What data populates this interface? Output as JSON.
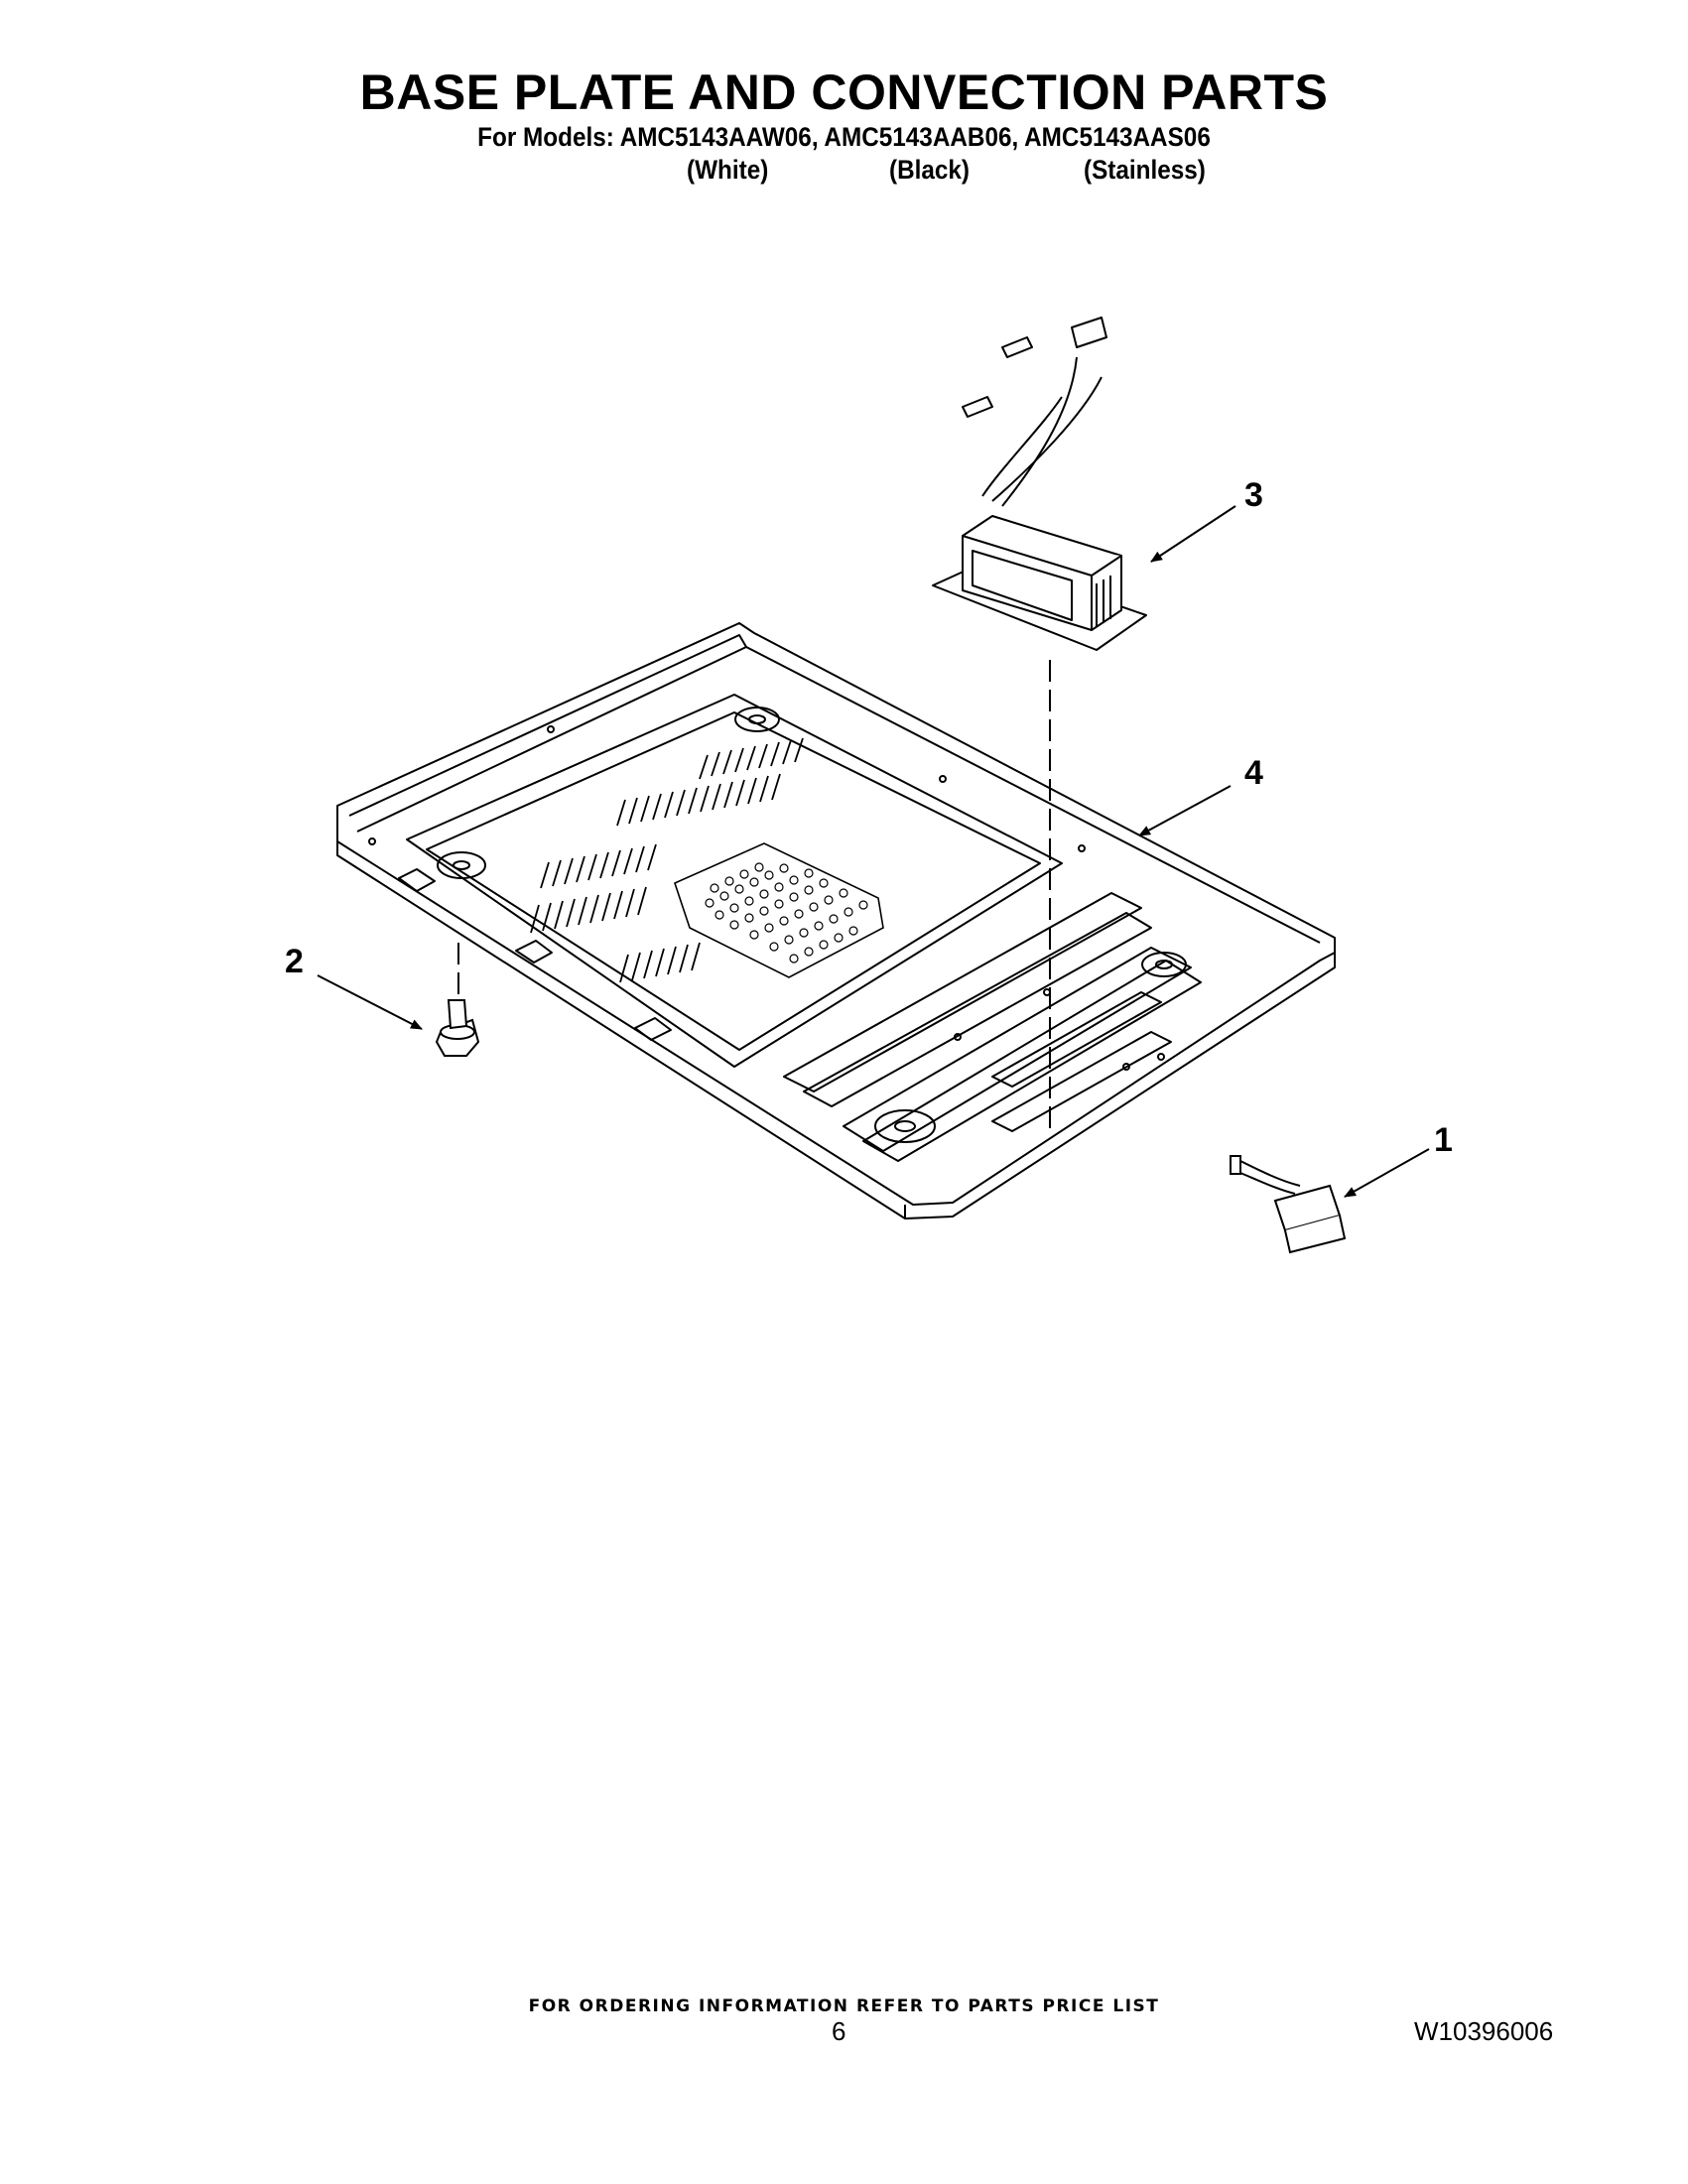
{
  "header": {
    "title": "BASE PLATE AND CONVECTION PARTS",
    "models_line": "For Models: AMC5143AAW06, AMC5143AAB06, AMC5143AAS06",
    "colors": [
      "(White)",
      "(Black)",
      "(Stainless)"
    ]
  },
  "callouts": [
    "1",
    "2",
    "3",
    "4"
  ],
  "footer": {
    "note": "FOR ORDERING INFORMATION REFER TO PARTS PRICE LIST",
    "page_number": "6",
    "document_number": "W10396006"
  }
}
